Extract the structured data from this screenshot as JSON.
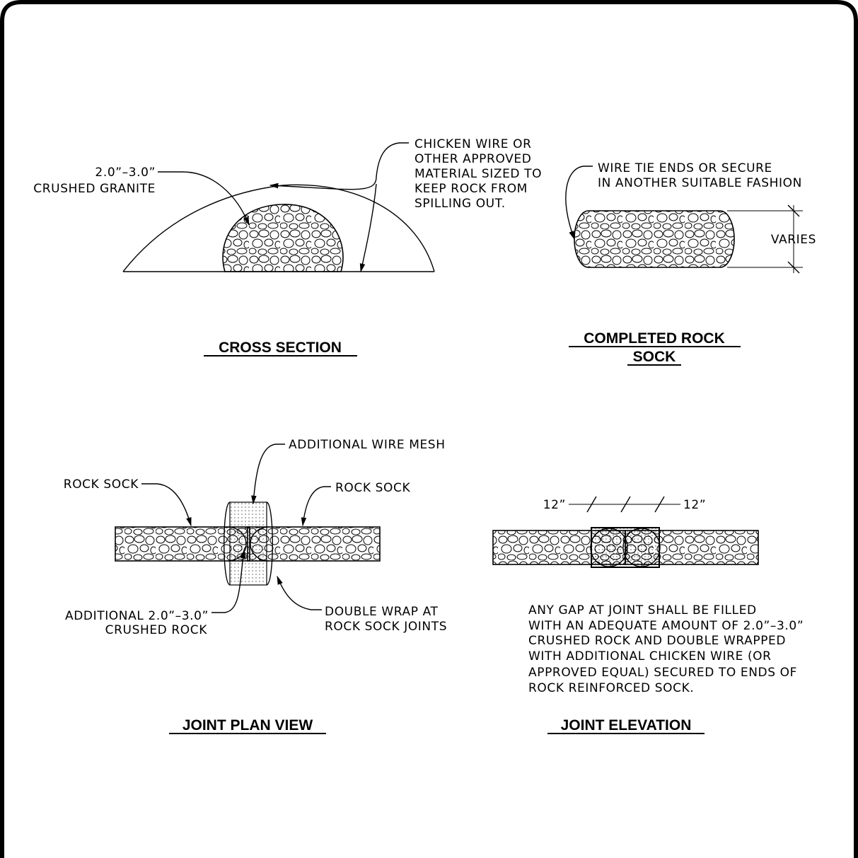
{
  "cross_section": {
    "title": "CROSS SECTION",
    "granite_label": [
      "2.0”–3.0”",
      "CRUSHED GRANITE"
    ],
    "wire_label": [
      "CHICKEN WIRE OR",
      "OTHER APPROVED",
      "MATERIAL SIZED TO",
      "KEEP ROCK FROM",
      "SPILLING OUT."
    ]
  },
  "completed_sock": {
    "title": [
      "COMPLETED ROCK",
      "SOCK"
    ],
    "tie_label": [
      "WIRE TIE ENDS OR SECURE",
      "IN ANOTHER SUITABLE FASHION"
    ],
    "dimension_label": "VARIES"
  },
  "joint_plan": {
    "title": "JOINT PLAN VIEW",
    "mesh_label": "ADDITIONAL WIRE MESH",
    "sock_left_label": "ROCK SOCK",
    "sock_right_label": "ROCK SOCK",
    "crushed_rock_label": [
      "ADDITIONAL 2.0”–3.0”",
      "CRUSHED ROCK"
    ],
    "double_wrap_label": [
      "DOUBLE WRAP AT",
      "ROCK SOCK JOINTS"
    ]
  },
  "joint_elevation": {
    "title": "JOINT ELEVATION",
    "dim_left": "12”",
    "dim_right": "12”",
    "note": [
      "ANY GAP AT JOINT SHALL BE FILLED",
      "WITH AN ADEQUATE AMOUNT OF 2.0”–3.0”",
      "CRUSHED ROCK AND DOUBLE WRAPPED",
      "WITH ADDITIONAL CHICKEN WIRE (OR",
      "APPROVED EQUAL) SECURED TO ENDS OF",
      "ROCK REINFORCED SOCK."
    ]
  }
}
